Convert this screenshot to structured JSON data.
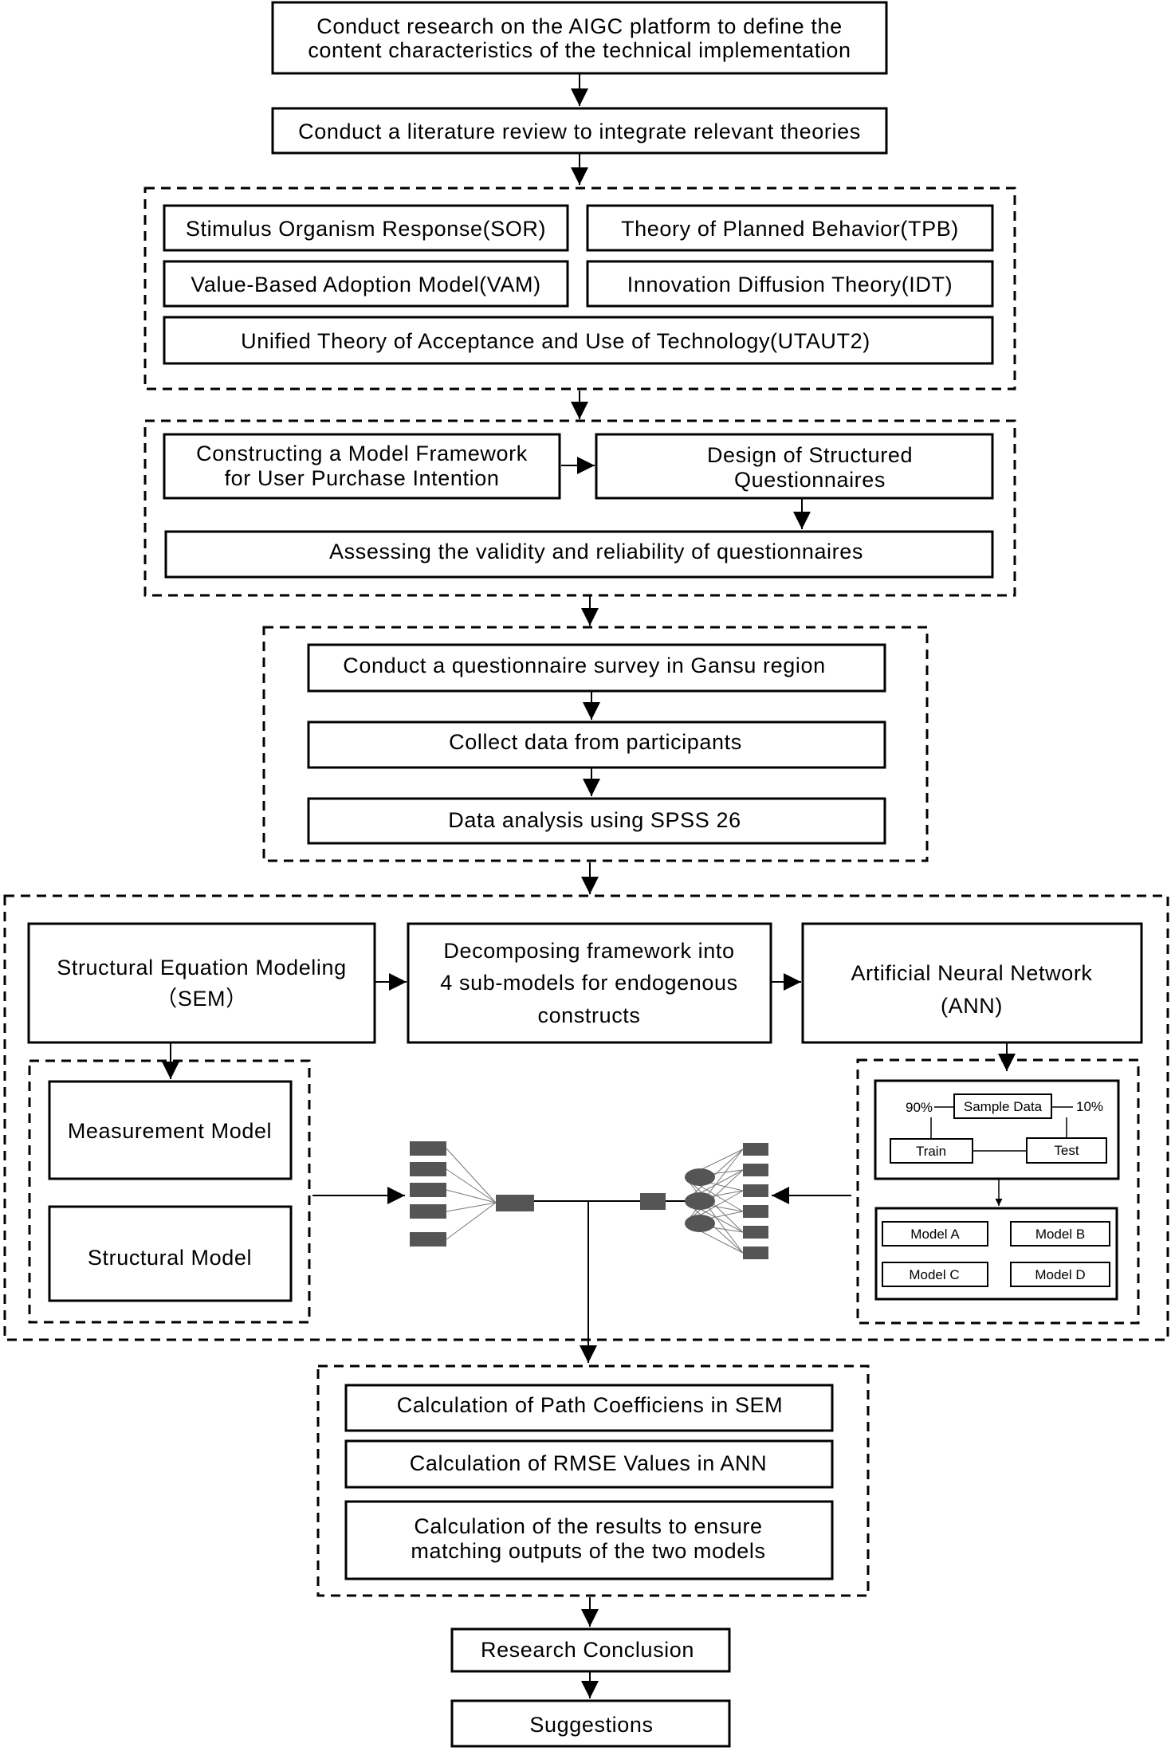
{
  "steps": {
    "research": [
      "Conduct research on the AIGC platform to define the",
      "content characteristics of the technical implementation"
    ],
    "literature": "Conduct a literature review to integrate relevant theories"
  },
  "theories": {
    "sor": "Stimulus Organism Response(SOR)",
    "tpb": "Theory of Planned Behavior(TPB)",
    "vam": "Value-Based Adoption Model(VAM)",
    "idt": "Innovation Diffusion Theory(IDT)",
    "utaut2": "Unified Theory of Acceptance and Use of Technology(UTAUT2)"
  },
  "model_design": {
    "framework": [
      "Constructing a Model Framework",
      "for User Purchase Intention"
    ],
    "questionnaire": [
      "Design of Structured",
      "Questionnaires"
    ],
    "validity": "Assessing the validity and reliability of questionnaires"
  },
  "survey": {
    "survey": "Conduct a questionnaire survey in Gansu region",
    "collect": "Collect data from participants",
    "analysis": "Data analysis using SPSS 26"
  },
  "modeling": {
    "sem": [
      "Structural Equation Modeling",
      "（SEM）"
    ],
    "decompose": [
      "Decomposing framework into",
      "4 sub-models for endogenous",
      "constructs"
    ],
    "ann": [
      "Artificial Neural Network",
      "(ANN)"
    ],
    "measurement": "Measurement Model",
    "structural": "Structural Model",
    "sample_data": "Sample Data",
    "pct_train": "90%",
    "pct_test": "10%",
    "train": "Train",
    "test": "Test",
    "models": [
      "Model A",
      "Model B",
      "Model C",
      "Model D"
    ]
  },
  "calculation": {
    "path": "Calculation of Path Coefficiens in SEM",
    "rmse": "Calculation of RMSE Values in ANN",
    "match": [
      "Calculation of the results to ensure",
      "matching outputs of the two models"
    ]
  },
  "conclusion": "Research Conclusion",
  "suggestions": "Suggestions"
}
